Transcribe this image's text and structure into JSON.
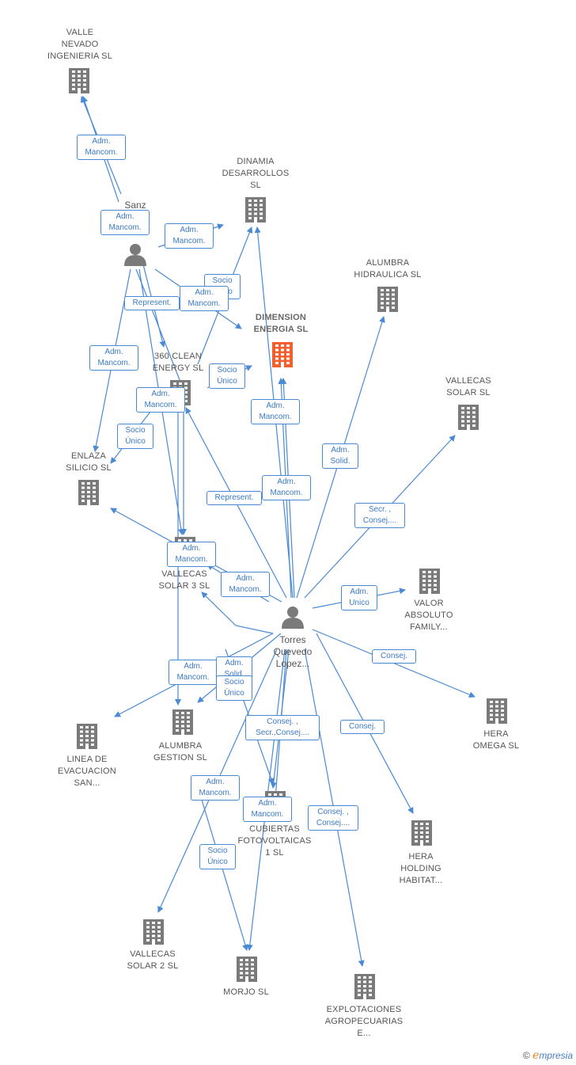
{
  "colors": {
    "edge": "#4a8ad4",
    "building": "#7a7a7a",
    "building_center": "#f2602d",
    "person": "#7a7a7a"
  },
  "companies": [
    {
      "id": "valle",
      "label": "VALLE\nNEVADO\nINGENIERIA SL",
      "icon": "building-icon"
    },
    {
      "id": "dinamia",
      "label": "DINAMIA\nDESARROLLOS\nSL",
      "icon": "building-icon"
    },
    {
      "id": "alumbra_h",
      "label": "ALUMBRA\nHIDRAULICA  SL",
      "icon": "building-icon"
    },
    {
      "id": "dimension",
      "label": "DIMENSION\nENERGIA  SL",
      "icon": "building-icon",
      "center": true
    },
    {
      "id": "clean360",
      "label": "360 CLEAN\nENERGY SL",
      "icon": "building-icon"
    },
    {
      "id": "vallecas_solar",
      "label": "VALLECAS\nSOLAR SL",
      "icon": "building-icon"
    },
    {
      "id": "enlaza",
      "label": "ENLAZA\nSILICIO  SL",
      "icon": "building-icon"
    },
    {
      "id": "vallecas3",
      "label": "VALLECAS\nSOLAR 3 SL",
      "icon": "building-icon"
    },
    {
      "id": "valor",
      "label": "VALOR\nABSOLUTO\nFAMILY...",
      "icon": "building-icon"
    },
    {
      "id": "hera_omega",
      "label": "HERA\nOMEGA SL",
      "icon": "building-icon"
    },
    {
      "id": "linea",
      "label": "LINEA DE\nEVACUACION\nSAN...",
      "icon": "building-icon"
    },
    {
      "id": "alumbra_g",
      "label": "ALUMBRA\nGESTION SL",
      "icon": "building-icon"
    },
    {
      "id": "cubiertas",
      "label": "CUBIERTAS\nFOTOVOLTAICAS\n1 SL",
      "icon": "building-icon"
    },
    {
      "id": "hera_holding",
      "label": "HERA\nHOLDING\nHABITAT...",
      "icon": "building-icon"
    },
    {
      "id": "vallecas2",
      "label": "VALLECAS\nSOLAR 2 SL",
      "icon": "building-icon"
    },
    {
      "id": "morjo",
      "label": "MORJO SL",
      "icon": "building-icon"
    },
    {
      "id": "explotaciones",
      "label": "EXPLOTACIONES\nAGROPECUARIAS\nE...",
      "icon": "building-icon"
    }
  ],
  "persons": [
    {
      "id": "sanz",
      "label": "Sanz\n...a",
      "icon": "person-icon"
    },
    {
      "id": "torres",
      "label": "Torres\nQuevedo\nLopez...",
      "icon": "person-icon"
    }
  ],
  "edge_labels": [
    "Adm.\nMancom.",
    "Adm.\nMancom.",
    "Adm.\nMancom.",
    "Socio\nÚnico",
    "Adm.\nMancom.",
    "Represent.",
    "Adm.\nMancom.",
    "Socio\nÚnico",
    "Adm.\nMancom.",
    "Socio\nÚnico",
    "Adm.\nMancom.",
    "Adm.\nSolid.",
    "Represent.",
    "Adm.\nMancom.",
    "Secr. ,\nConsej....",
    "Adm.\nMancom.",
    "Adm.\nMancom.",
    "Adm.\nUnico",
    "Consej.",
    "Adm.\nMancom.",
    "Adm.\nSolid.",
    "Socio\nÚnico",
    "Consej.",
    "Consej. ,\nSecr.,Consej....",
    "Adm.\nMancom.",
    "Adm.\nMancom.",
    "Consej. ,\nConsej....",
    "Socio\nÚnico"
  ],
  "brand": {
    "symbol": "©",
    "e": "e",
    "rest": "mpresia"
  }
}
